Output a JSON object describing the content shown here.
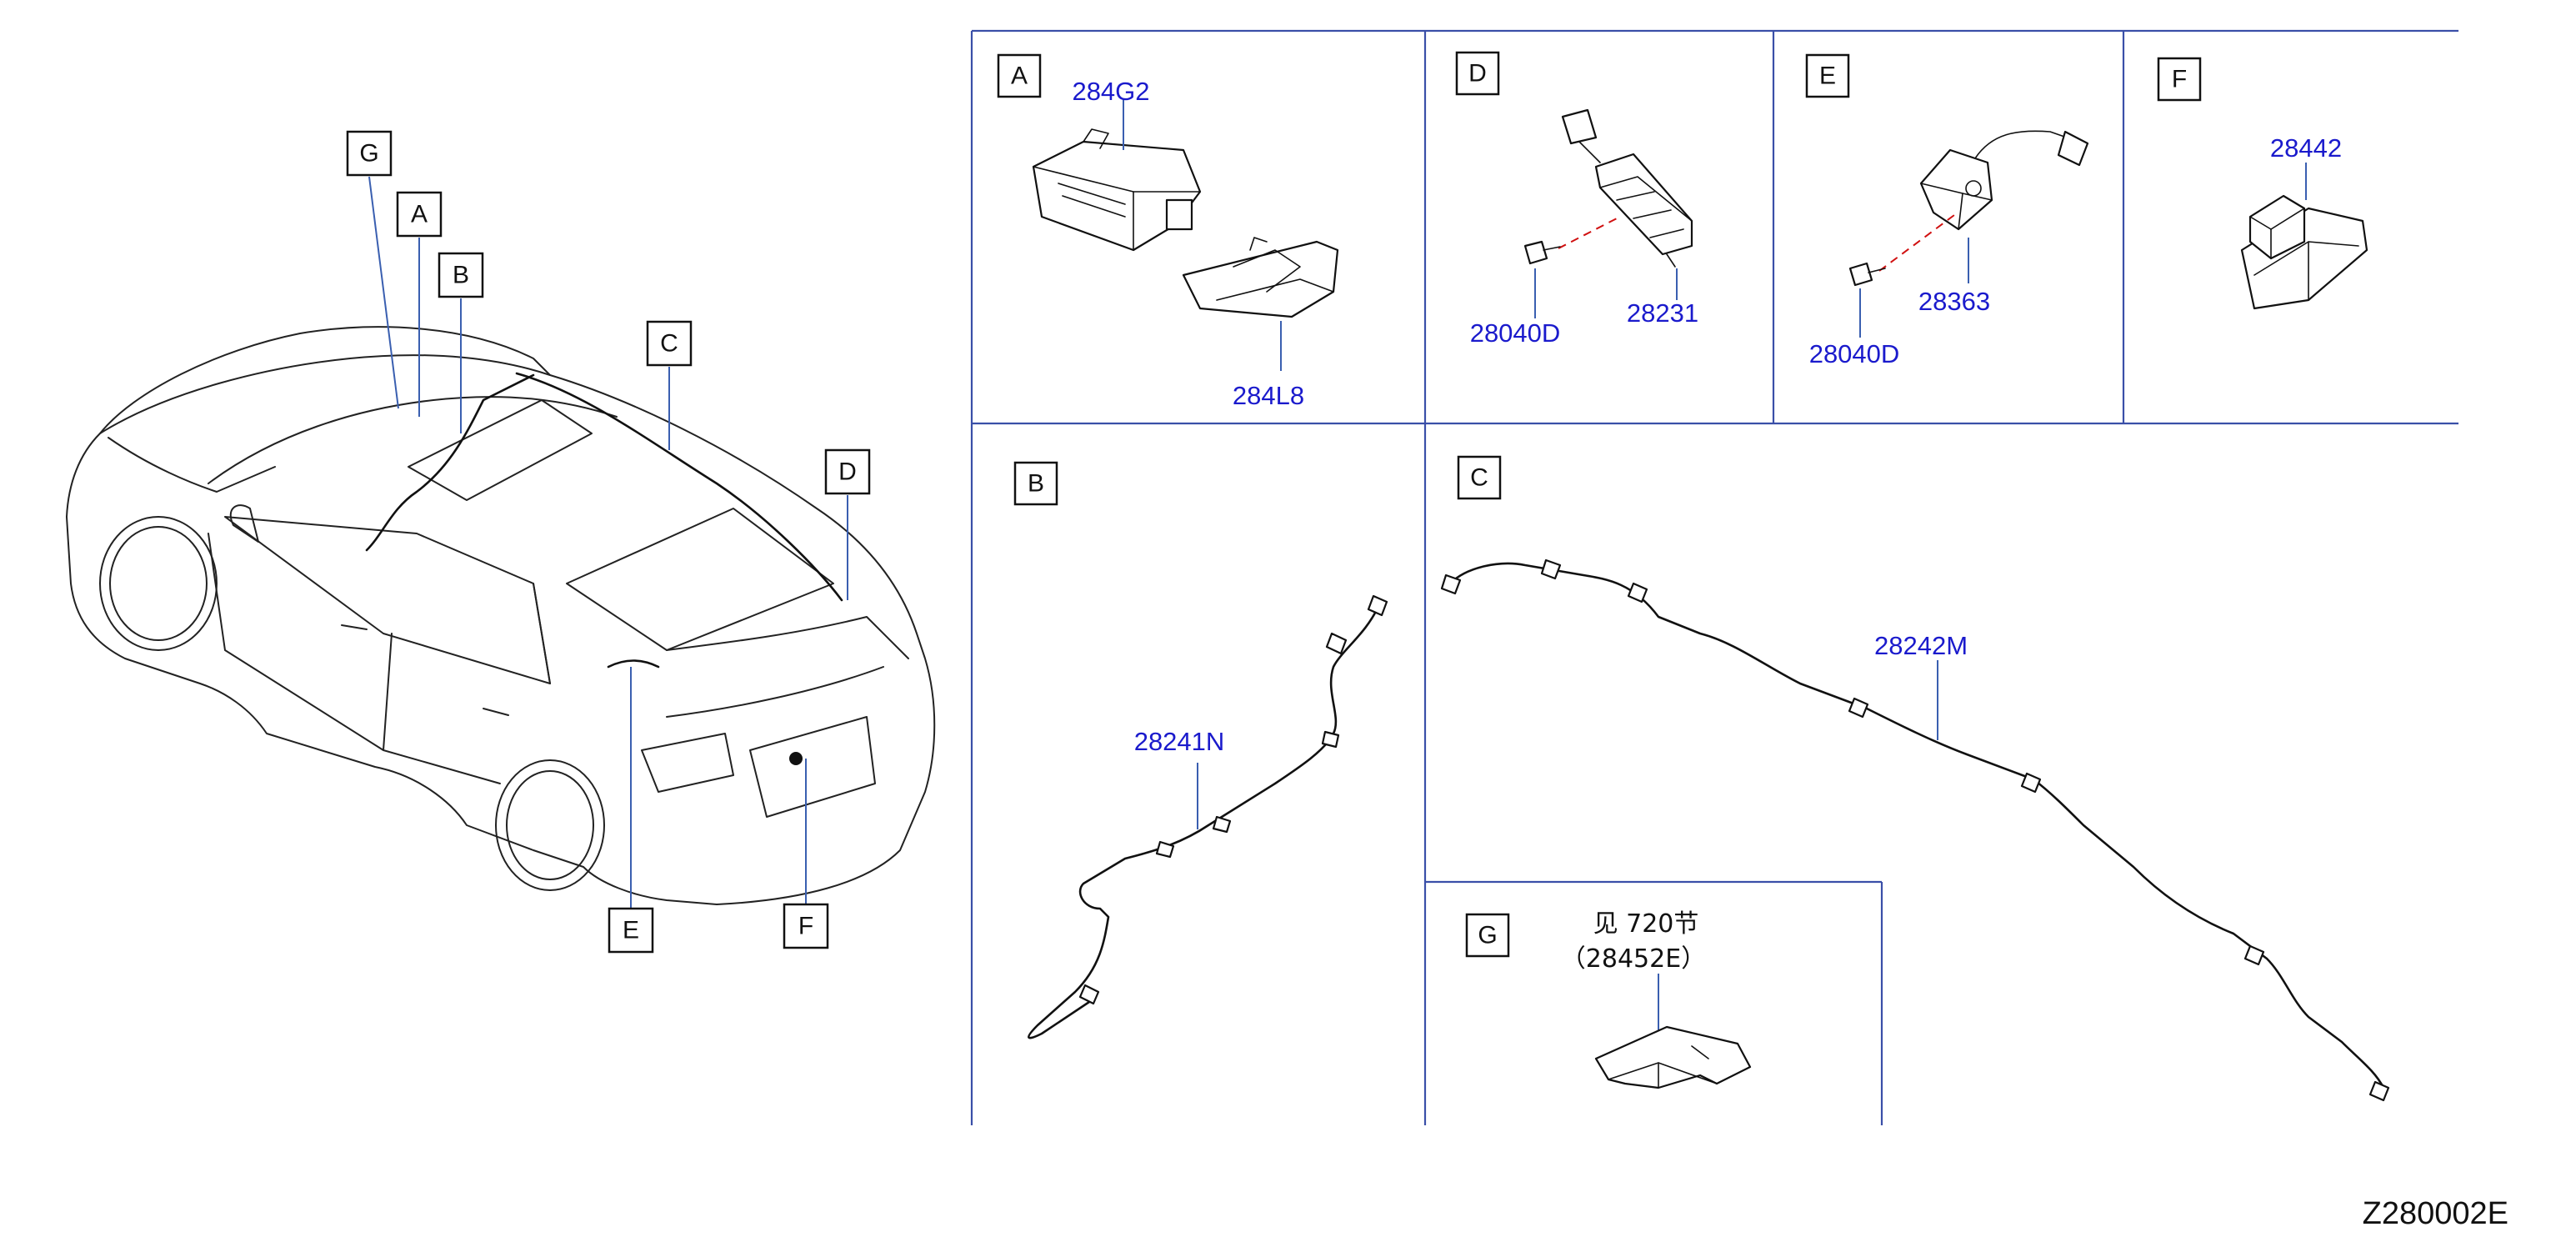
{
  "diagram_code": "Z280002E",
  "callouts": {
    "car": [
      "G",
      "A",
      "B",
      "C",
      "D",
      "E",
      "F"
    ],
    "panels": [
      "A",
      "D",
      "E",
      "F",
      "B",
      "C",
      "G"
    ]
  },
  "part_numbers": {
    "a_module": "284G2",
    "a_bracket": "284L8",
    "d_bolt": "28040D",
    "d_unit": "28231",
    "e_bolt": "28040D",
    "e_unit": "28363",
    "f_camera": "28442",
    "b_harness": "28241N",
    "c_harness": "28242M",
    "g_ref_note": "见 720节",
    "g_ref_part": "（28452E）"
  },
  "colors": {
    "part_number": "#1a1acc",
    "grid_line": "#3a4fa8",
    "leader_line": "#3a5fb0",
    "dashed_axis": "#d01010"
  }
}
